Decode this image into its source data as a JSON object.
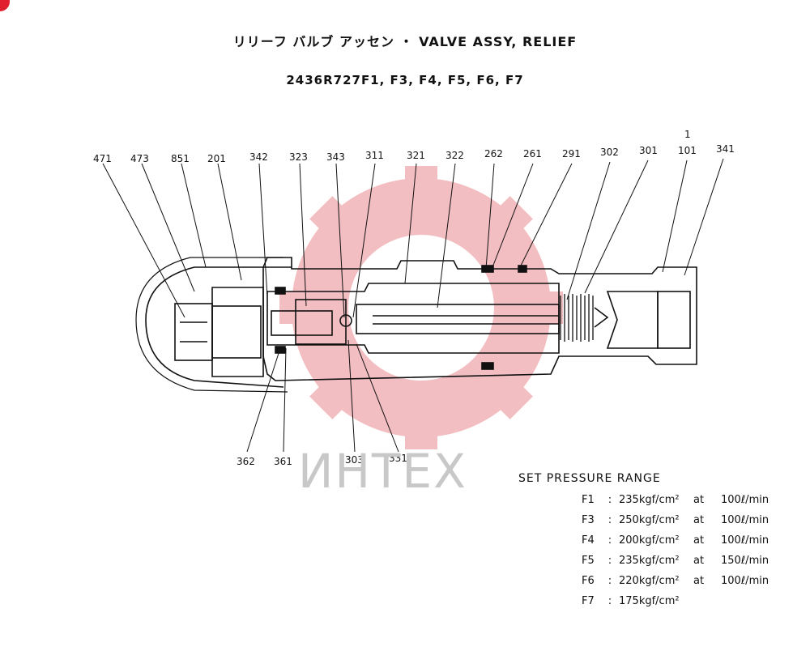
{
  "header": {
    "title": "リリーフ バルブ アッセン ・ VALVE ASSY, RELIEF",
    "model": "2436R727F1, F3, F4, F5, F6, F7"
  },
  "watermark": {
    "text": "ИНТЕХ"
  },
  "labels": {
    "top": [
      "471",
      "473",
      "851",
      "201",
      "342",
      "323",
      "343",
      "311",
      "321",
      "322",
      "262",
      "261",
      "291",
      "302",
      "301",
      "101",
      "341"
    ],
    "top_extra": "1",
    "bottom": [
      "362",
      "361",
      "303",
      "331"
    ]
  },
  "spec": {
    "title": "SET PRESSURE RANGE",
    "rows": [
      {
        "code": "F1",
        "pressure": "235kgf/cm²",
        "at": "at",
        "flow": "100ℓ/min"
      },
      {
        "code": "F3",
        "pressure": "250kgf/cm²",
        "at": "at",
        "flow": "100ℓ/min"
      },
      {
        "code": "F4",
        "pressure": "200kgf/cm²",
        "at": "at",
        "flow": "100ℓ/min"
      },
      {
        "code": "F5",
        "pressure": "235kgf/cm²",
        "at": "at",
        "flow": "150ℓ/min"
      },
      {
        "code": "F6",
        "pressure": "220kgf/cm²",
        "at": "at",
        "flow": "100ℓ/min"
      },
      {
        "code": "F7",
        "pressure": "175kgf/cm²",
        "at": "",
        "flow": ""
      }
    ]
  },
  "colors": {
    "line": "#111111",
    "watermark": "#f2b3b8",
    "watermark_text": "#c8c8c8"
  }
}
